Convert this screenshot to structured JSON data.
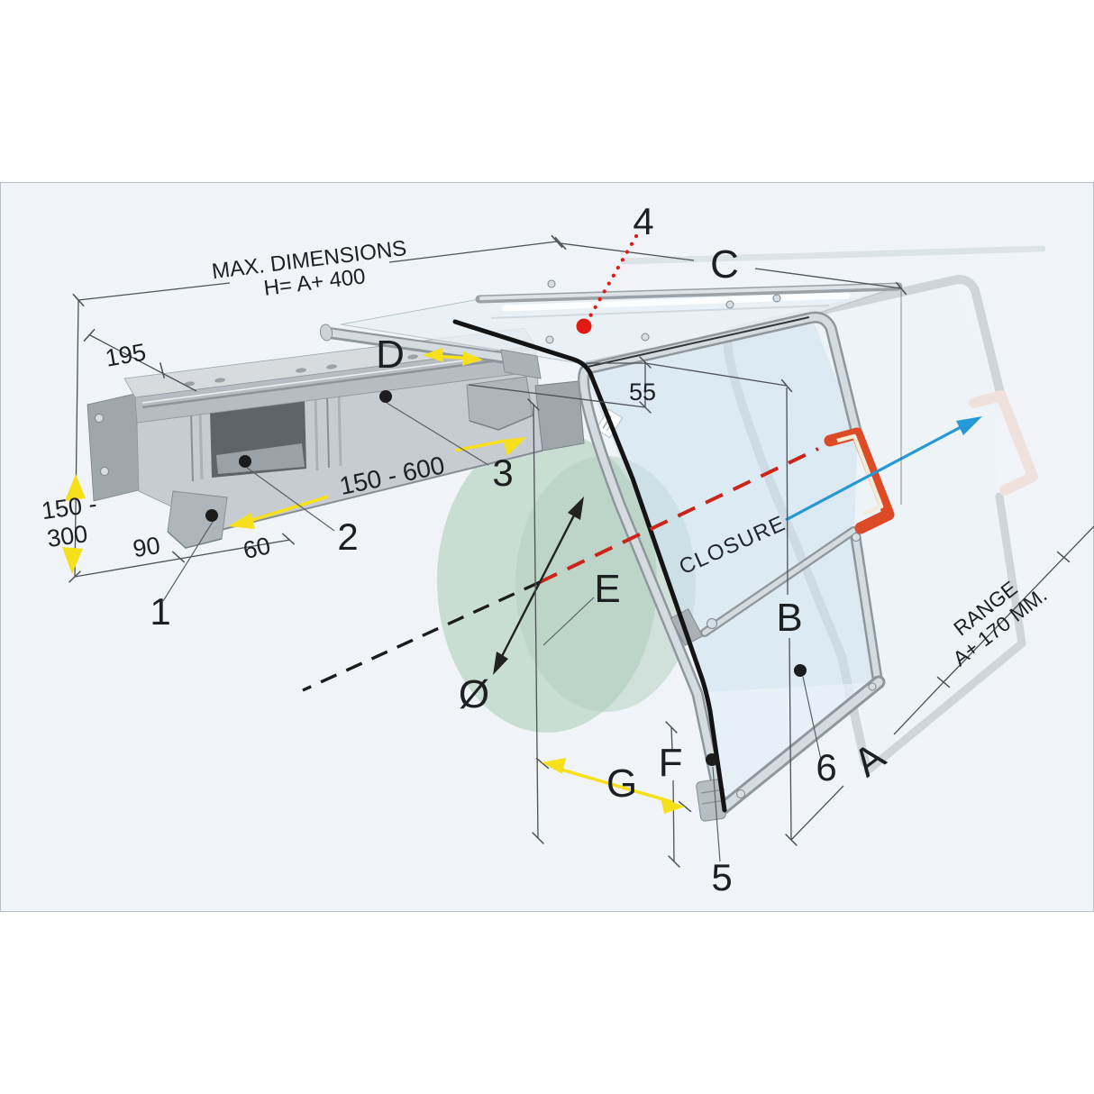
{
  "dimension_labels": {
    "max_dimensions_line1": "MAX. DIMENSIONS",
    "max_dimensions_line2": "H=  A+ 400",
    "height_195": "195",
    "vertical_adjust_line1": "150 -",
    "vertical_adjust_line2": "300",
    "foot_90": "90",
    "foot_60": "60",
    "reach_150_600": "150 - 600",
    "offset_55": "55",
    "range_line1": "RANGE",
    "range_line2": "A+ 170 MM."
  },
  "reference_letters": {
    "a": "A",
    "b": "B",
    "c": "C",
    "d": "D",
    "e": "E",
    "f": "F",
    "g": "G",
    "diameter": "Ø"
  },
  "part_callouts": {
    "p1": "1",
    "p2": "2",
    "p3": "3",
    "p4": "4",
    "p5": "5",
    "p6": "6"
  },
  "annotations": {
    "closure": "CLOSURE"
  },
  "colors": {
    "label_red": "#d42517",
    "marker_red": "#e21b12",
    "arrow_yellow": "#f6df1b",
    "arrow_blue": "#2499d6",
    "axis_red_dashed": "#cb2418",
    "handle_orange": "#dd4a26",
    "handle_orange_faded": "#eec0a8",
    "dimension_line": "#4c5156",
    "panel_background": "#f0f4f8"
  }
}
